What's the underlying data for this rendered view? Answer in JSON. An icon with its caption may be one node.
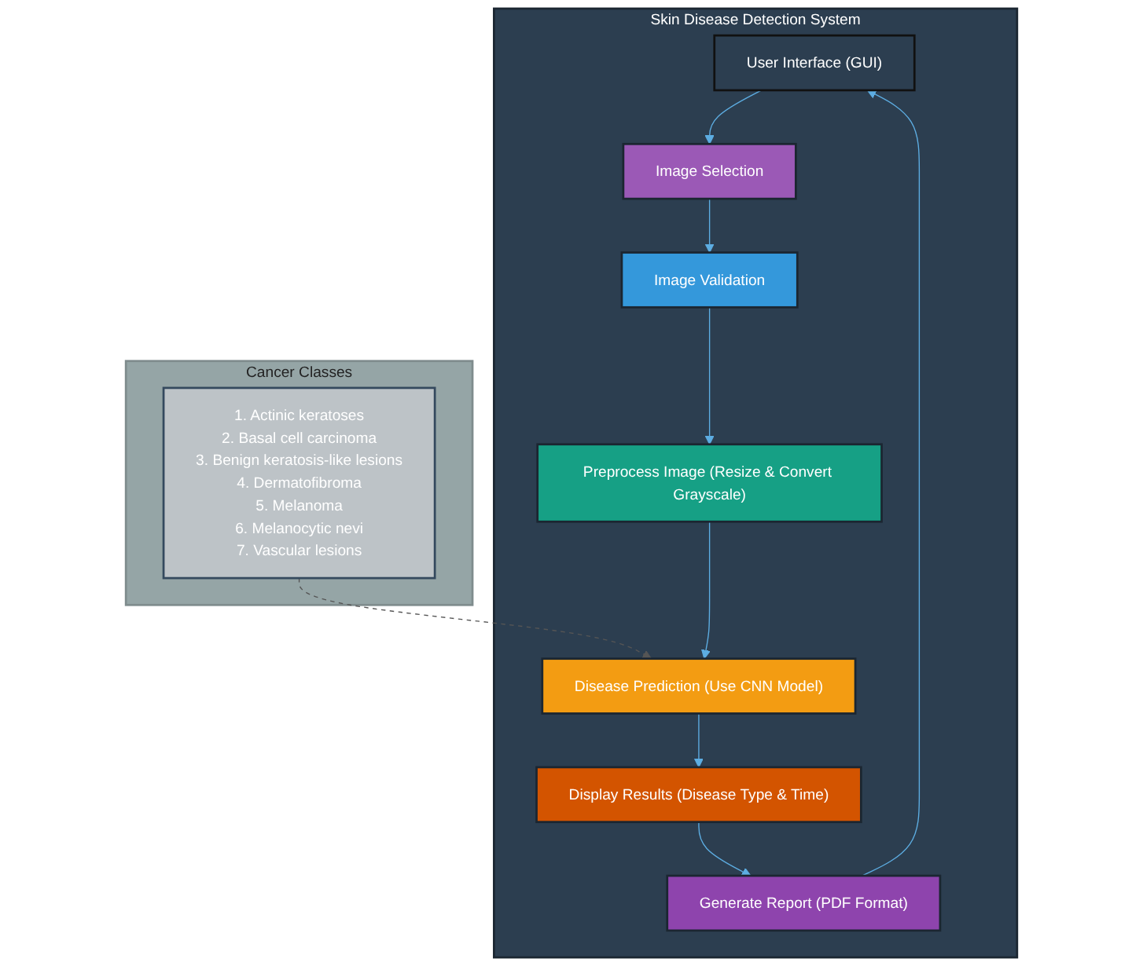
{
  "diagram": {
    "nodes": [
      {
        "text": [
          "Skin Disease Detection System"
        ]
      },
      {
        "text": [
          "User Interface (GUI)"
        ],
        "in": 0
      },
      {
        "text": [
          "Image Selection"
        ],
        "in": 0
      },
      {
        "text": [
          "Image Validation"
        ],
        "in": 0
      },
      {
        "text": [
          "Preprocess Image (Resize & Convert Grayscale)"
        ],
        "in": 0
      },
      {
        "text": [
          "Disease Prediction (Use CNN Model)"
        ],
        "in": 0
      },
      {
        "text": [
          "Display Results (Disease Type & Time)"
        ],
        "in": 0
      },
      {
        "text": [
          "Generate Report (PDF Format)"
        ],
        "in": 0
      },
      {
        "text": [
          "Cancer Classes"
        ]
      },
      {
        "text": [
          "1. Actinic keratoses",
          "2. Basal cell carcinoma",
          "3. Benign keratosis-like lesions",
          "4. Dermatofibroma",
          "5. Melanoma",
          "6. Melanocytic nevi",
          "7. Vascular lesions"
        ],
        "in": 8
      }
    ],
    "edges": [
      {
        "from": 1,
        "to": 2,
        "arrow": "to"
      },
      {
        "from": 2,
        "to": 3,
        "arrow": "to"
      },
      {
        "from": 3,
        "to": 4,
        "arrow": "to"
      },
      {
        "from": 4,
        "to": 5,
        "arrow": "to"
      },
      {
        "from": 5,
        "to": 6,
        "arrow": "to"
      },
      {
        "from": 6,
        "to": 7,
        "arrow": "to"
      },
      {
        "from": 7,
        "to": 1,
        "arrow": "to"
      },
      {
        "from": 9,
        "to": 5,
        "arrow": "to",
        "style": "dashed",
        "color": "#555555"
      }
    ]
  }
}
